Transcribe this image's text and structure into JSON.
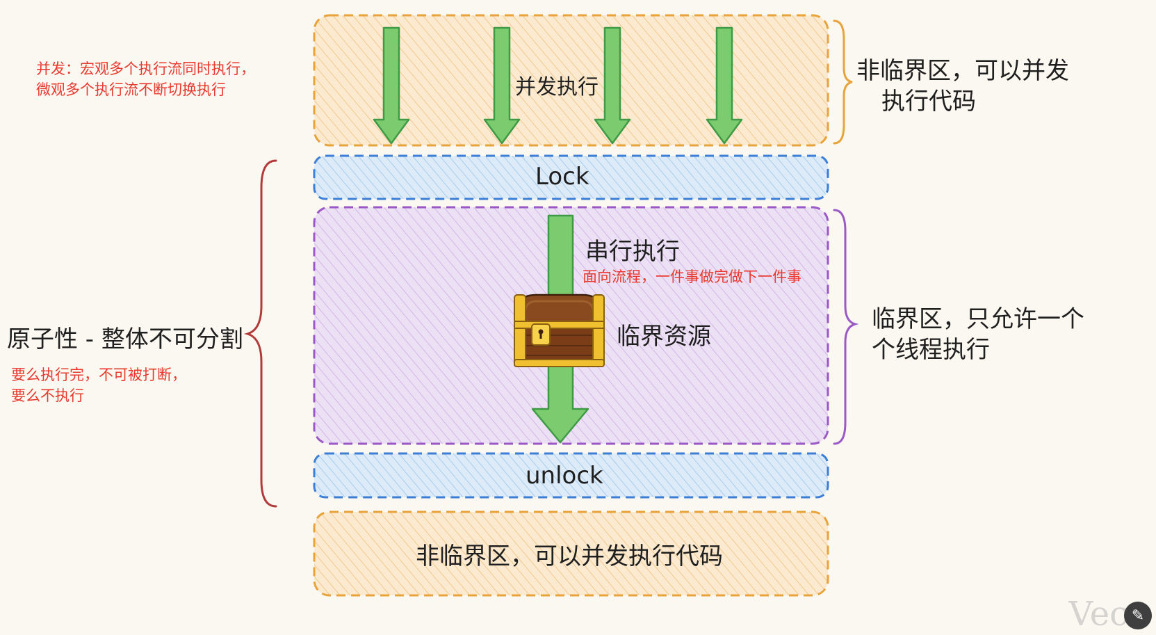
{
  "regions": {
    "top": {
      "center_label": "并发执行",
      "side_line1": "非临界区，可以并发",
      "side_line2": "执行代码"
    },
    "lock": {
      "label": "Lock"
    },
    "critical": {
      "label": "串行执行",
      "note": "面向流程，一件事做完做下一件事",
      "resource_label": "临界资源",
      "side_line1": "临界区，只允许一个",
      "side_line2": "个线程执行"
    },
    "unlock": {
      "label": "unlock"
    },
    "bottom": {
      "label": "非临界区，可以并发执行代码"
    }
  },
  "left": {
    "concurrency_note_line1": "并发：宏观多个执行流同时执行，",
    "concurrency_note_line2": "微观多个执行流不断切换执行",
    "atomicity_title": "原子性 - 整体不可分割",
    "atomicity_note_line1": "要么执行完，不可被打断，",
    "atomicity_note_line2": "要么不执行"
  },
  "watermark": "Vec",
  "colors": {
    "orange": "#e8a33a",
    "blue": "#3d7ed6",
    "purple": "#9b59c6",
    "green": "#6cc36a",
    "red_text": "#e8392f",
    "brace_red": "#b23a3a"
  }
}
